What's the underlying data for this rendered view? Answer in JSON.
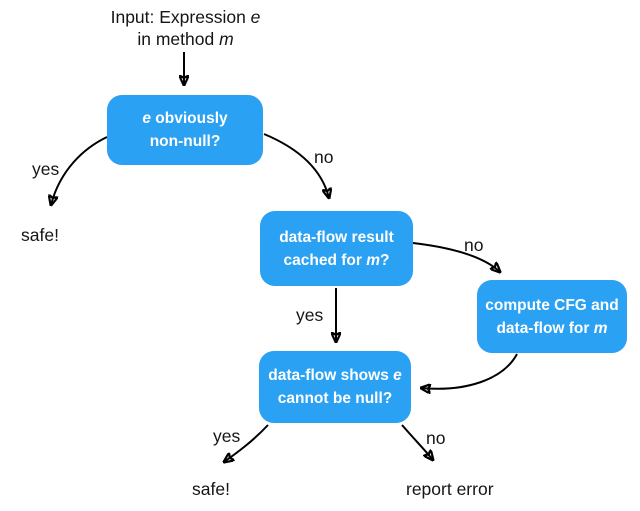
{
  "flowchart": {
    "input_label": {
      "line1_pre": "Input: Expression ",
      "line1_var": "e",
      "line2_pre": "in method ",
      "line2_var": "m"
    },
    "nodes": {
      "obviously_nonnull": {
        "line1_var": "e",
        "line1_post": " obviously",
        "line2": "non-null?"
      },
      "cache_check": {
        "line1": "data-flow result",
        "line2_pre": "cached for ",
        "line2_var": "m",
        "line2_post": "?"
      },
      "compute_cfg": {
        "line1": "compute CFG and",
        "line2_pre": "data-flow for ",
        "line2_var": "m"
      },
      "null_check": {
        "line1_pre": "data-flow shows ",
        "line1_var": "e",
        "line2": "cannot be null?"
      }
    },
    "edge_labels": {
      "yes_top_left": "yes",
      "no_top_right": "no",
      "no_mid_right": "no",
      "yes_mid": "yes",
      "yes_bottom_left": "yes",
      "no_bottom_right": "no"
    },
    "terminals": {
      "safe_left": "safe!",
      "safe_bottom": "safe!",
      "report_error": "report error"
    },
    "colors": {
      "node_fill": "#2aa1f3",
      "node_text": "#ffffff",
      "label_text": "#151515",
      "arrow": "#000000",
      "background": "#ffffff"
    }
  }
}
